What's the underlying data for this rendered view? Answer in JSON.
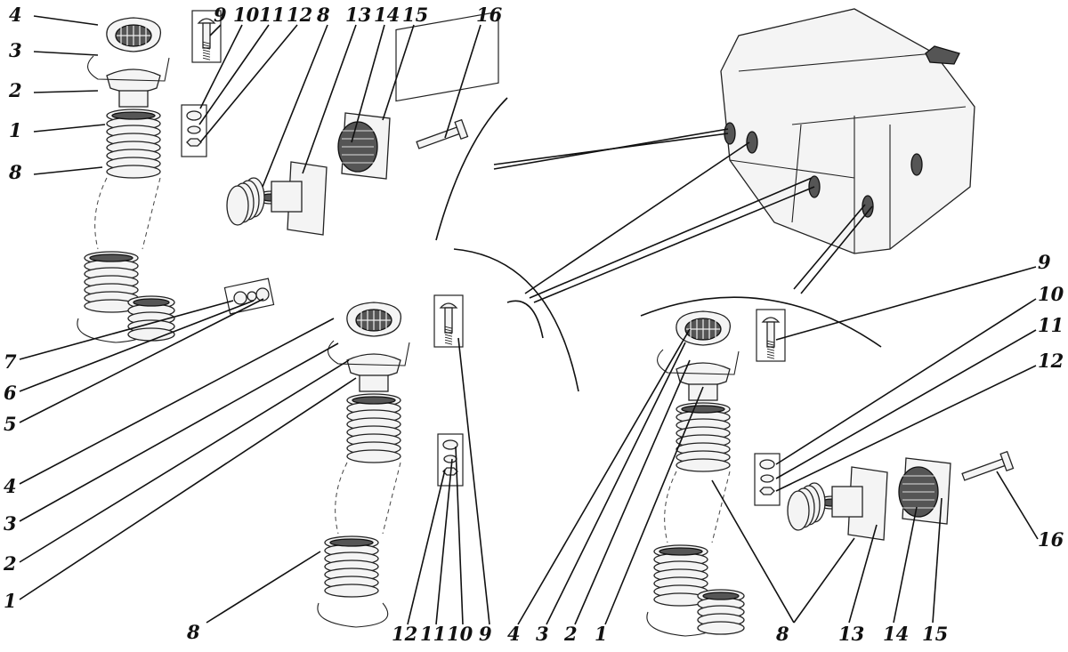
{
  "diagram": {
    "type": "exploded-assembly-drawing",
    "labels": {
      "top_left_column": [
        "4",
        "3",
        "2",
        "1",
        "8"
      ],
      "top_row": [
        "9",
        "10",
        "11",
        "12",
        "8",
        "13",
        "14",
        "15",
        "16"
      ],
      "left_column": [
        "7",
        "6",
        "5",
        "4",
        "3",
        "2",
        "1"
      ],
      "bottom_row": [
        "8",
        "12",
        "11",
        "10",
        "9",
        "4",
        "3",
        "2",
        "1",
        "8",
        "13",
        "14",
        "15"
      ],
      "right_column": [
        "9",
        "10",
        "11",
        "12",
        "16"
      ]
    }
  }
}
